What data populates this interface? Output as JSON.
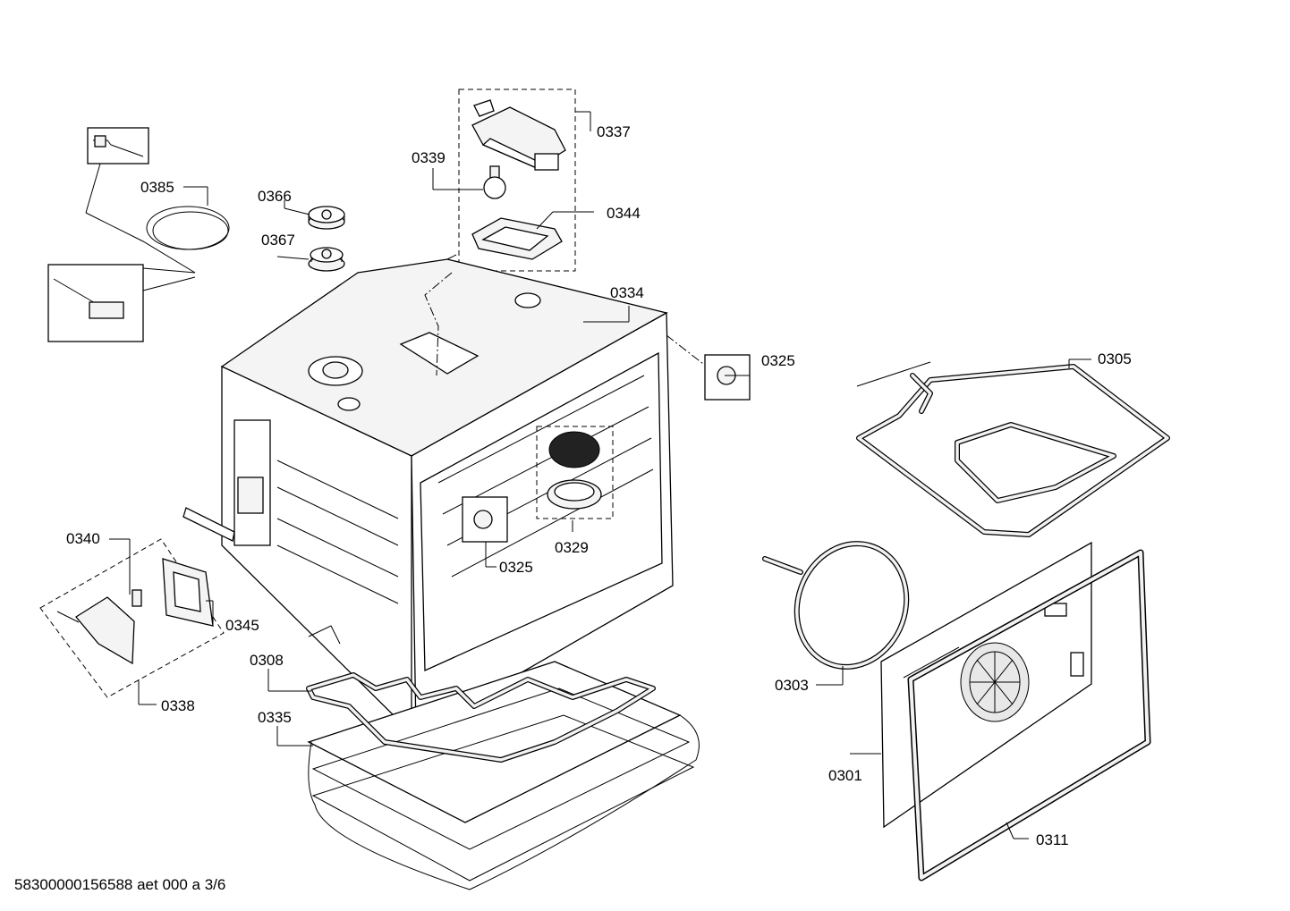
{
  "callouts": [
    {
      "id": "0385",
      "text": "0385"
    },
    {
      "id": "0366",
      "text": "0366"
    },
    {
      "id": "0367",
      "text": "0367"
    },
    {
      "id": "0339",
      "text": "0339"
    },
    {
      "id": "0337",
      "text": "0337"
    },
    {
      "id": "0344",
      "text": "0344"
    },
    {
      "id": "0334",
      "text": "0334"
    },
    {
      "id": "0325a",
      "text": "0325"
    },
    {
      "id": "0305",
      "text": "0305"
    },
    {
      "id": "0329",
      "text": "0329"
    },
    {
      "id": "0325b",
      "text": "0325"
    },
    {
      "id": "0340",
      "text": "0340"
    },
    {
      "id": "0345",
      "text": "0345"
    },
    {
      "id": "0338",
      "text": "0338"
    },
    {
      "id": "0308",
      "text": "0308"
    },
    {
      "id": "0335",
      "text": "0335"
    },
    {
      "id": "0303",
      "text": "0303"
    },
    {
      "id": "0301",
      "text": "0301"
    },
    {
      "id": "0311",
      "text": "0311"
    }
  ],
  "footer": "58300000156588 aet 000 a 3/6"
}
